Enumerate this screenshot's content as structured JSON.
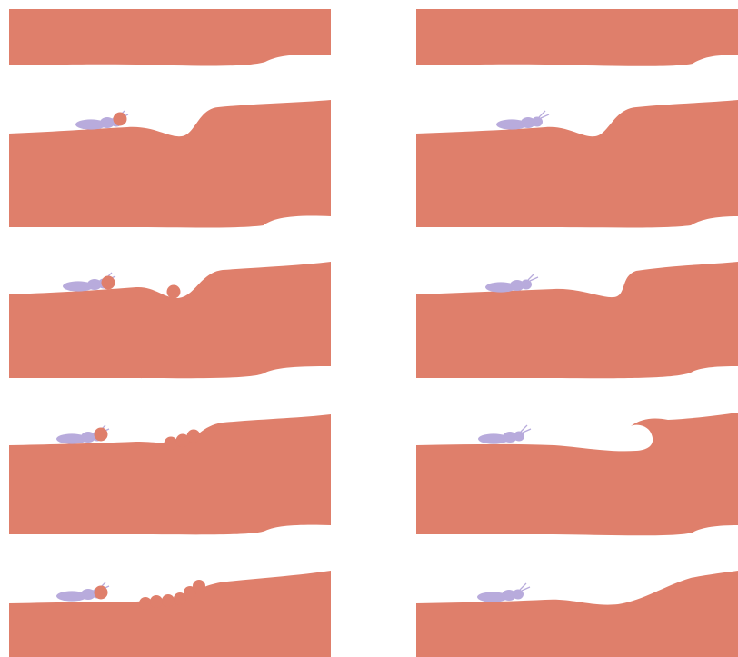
{
  "figure": {
    "layout": "two-columns-of-five-panels",
    "colors": {
      "soil": "#df7f6b",
      "termite": "#b8abdc",
      "background": "#ffffff"
    },
    "icons": [
      "termite-icon",
      "soil-pellet-icon"
    ],
    "columns": [
      {
        "id": "left-column",
        "description_kind": "pellet-deposition-sequence",
        "panels": [
          {
            "step": 1,
            "pellets_carried": 0,
            "pellets_deposited": 0
          },
          {
            "step": 2,
            "pellets_carried": 1,
            "pellets_deposited": 0
          },
          {
            "step": 3,
            "pellets_carried": 1,
            "pellets_deposited": 1
          },
          {
            "step": 4,
            "pellets_carried": 1,
            "pellets_deposited": 3
          },
          {
            "step": 5,
            "pellets_carried": 1,
            "pellets_deposited": 6
          }
        ]
      },
      {
        "id": "right-column",
        "description_kind": "surface-growth-sequence",
        "panels": [
          {
            "step": 1,
            "pellets_carried": 0,
            "pellets_deposited": 0
          },
          {
            "step": 2,
            "pellets_carried": 0,
            "pellets_deposited": 0
          },
          {
            "step": 3,
            "pellets_carried": 0,
            "pellets_deposited": 0
          },
          {
            "step": 4,
            "pellets_carried": 0,
            "pellets_deposited": 0
          },
          {
            "step": 5,
            "pellets_carried": 0,
            "pellets_deposited": 0
          }
        ]
      }
    ]
  }
}
